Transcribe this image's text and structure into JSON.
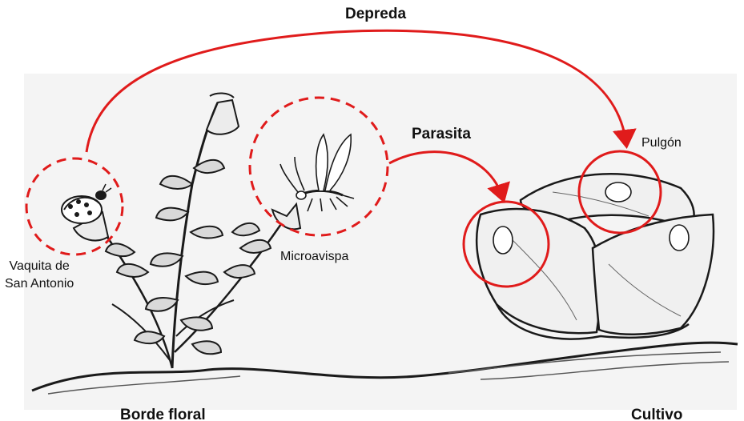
{
  "labels": {
    "depreda": "Depreda",
    "parasita": "Parasita",
    "pulgon": "Pulgón",
    "microavispa": "Microavispa",
    "vaquita_line1": "Vaquita de",
    "vaquita_line2": "San Antonio",
    "borde_floral": "Borde floral",
    "cultivo": "Cultivo"
  },
  "colors": {
    "arrow": "#e01b1b",
    "ink": "#1a1a1a",
    "background": "#ffffff"
  }
}
